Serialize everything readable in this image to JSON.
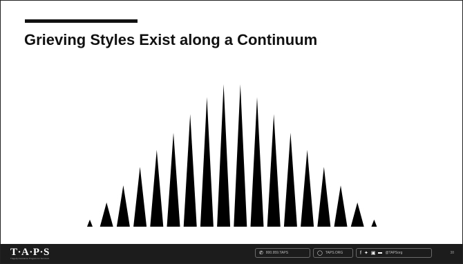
{
  "slide": {
    "title": "Grieving Styles Exist along a Continuum"
  },
  "graphic": {
    "description_icon": "spike-continuum",
    "spike_heights": [
      0.05,
      0.17,
      0.29,
      0.42,
      0.54,
      0.66,
      0.79,
      0.91,
      1.0,
      1.0,
      0.91,
      0.79,
      0.66,
      0.54,
      0.42,
      0.29,
      0.17,
      0.05
    ],
    "color": "#000000"
  },
  "footer": {
    "logo": "T·A·P·S",
    "tagline": "Tragedy Assistance Program for Survivors",
    "phone": "800.959.TAPS",
    "website": "TAPS.ORG",
    "social_icons": [
      "facebook-icon",
      "twitter-icon",
      "instagram-icon",
      "youtube-icon"
    ],
    "handle": "@TAPSorg",
    "page_number": "38",
    "background": "#1c1c1c"
  }
}
